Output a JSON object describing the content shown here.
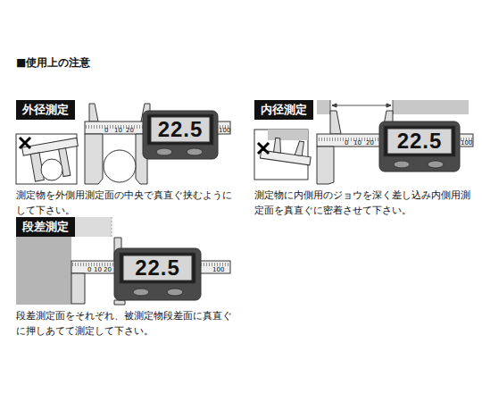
{
  "diagram": {
    "title": "■使用上の注意",
    "nodes": [
      {
        "text": [
          "外径測定"
        ]
      },
      {
        "text": [
          "内径測定"
        ]
      },
      {
        "text": [
          "段差測定"
        ]
      }
    ],
    "labels": [
      "測定物を外側用測定面の中央で真直ぐ挟むようにして下さい。",
      "測定物に内側用のジョウを深く差し込み内側用測定面を真直ぐに密着させて下さい。",
      "段差測定面をそれぞれ、被測定物段差面に真直ぐに押しあてて測定して下さい。",
      "22.5",
      "0",
      "10",
      "20",
      "100",
      "22.5",
      "0",
      "10",
      "20",
      "100",
      "22.5",
      "0",
      "10",
      "20",
      "100"
    ]
  }
}
